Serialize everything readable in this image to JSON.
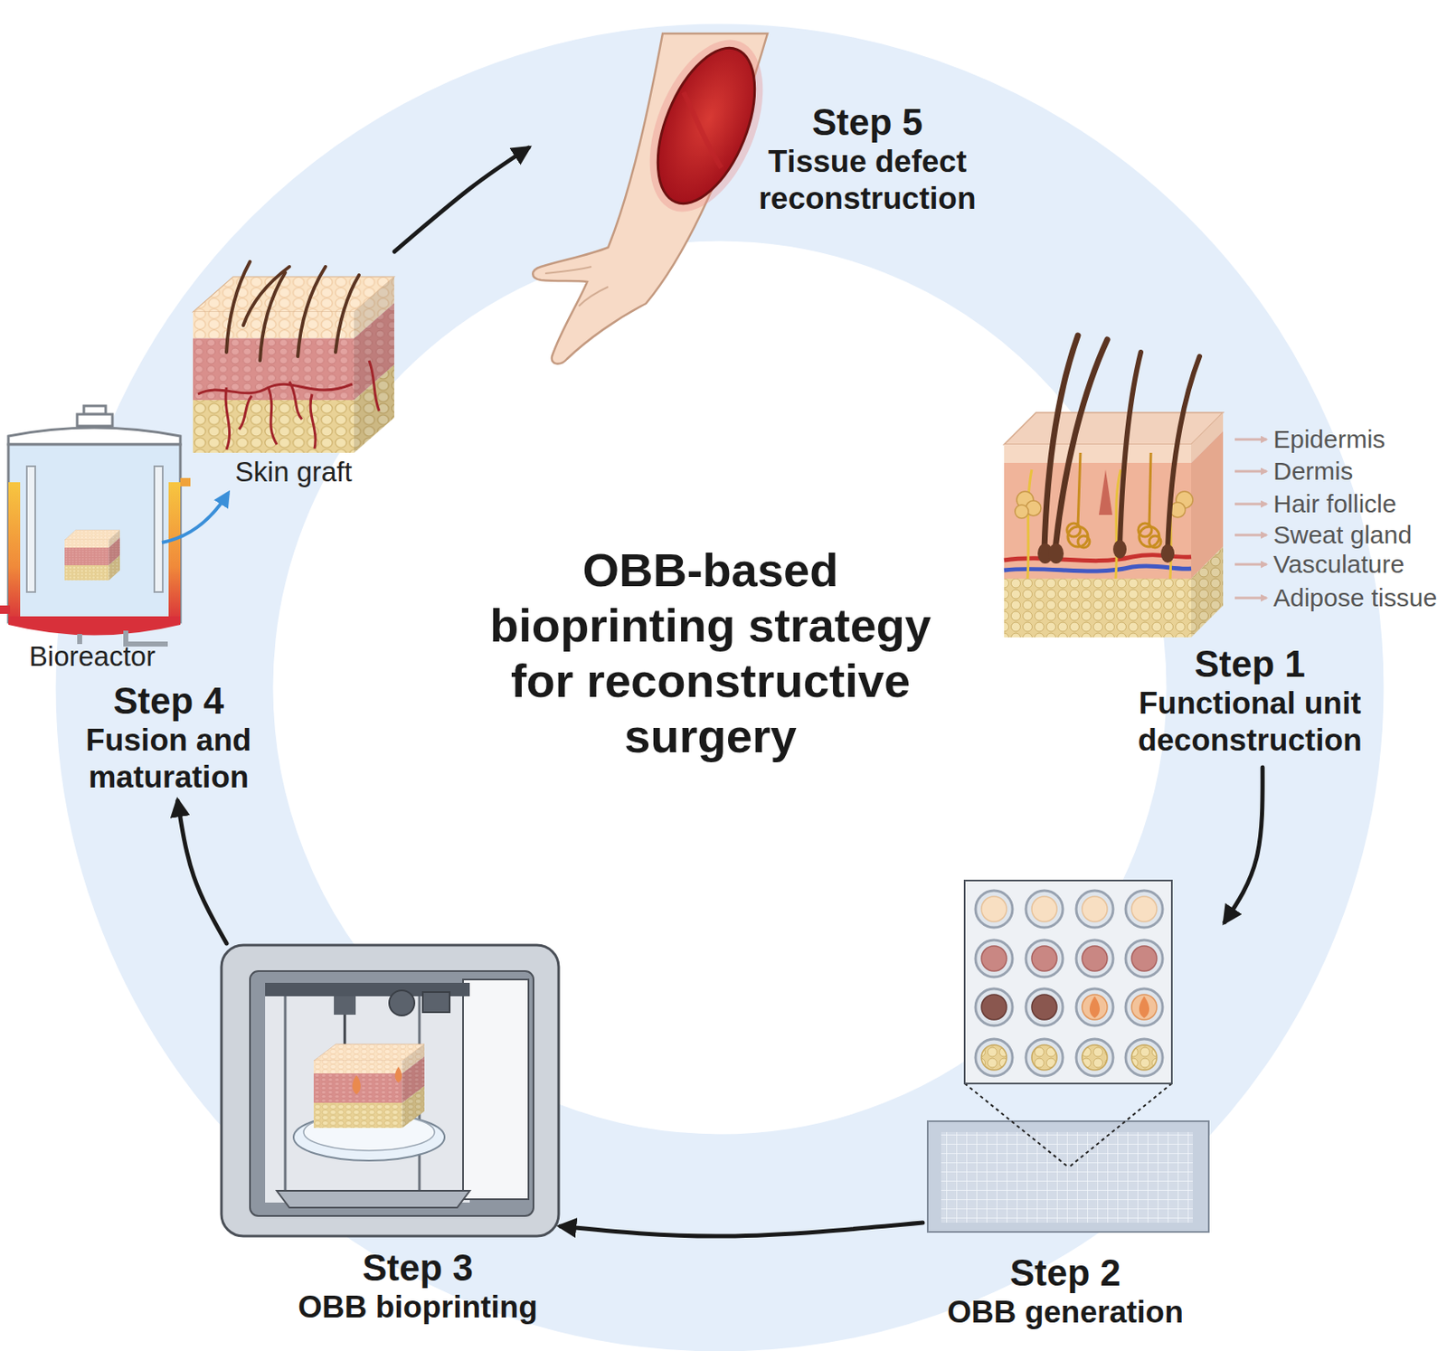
{
  "diagram": {
    "title": "OBB-based bioprinting strategy for reconstructive surgery",
    "nodes": [
      {
        "text": [
          "Step 1",
          "Functional unit deconstruction"
        ]
      },
      {
        "text": [
          "Step 2",
          "OBB generation"
        ]
      },
      {
        "text": [
          "Step 3",
          "OBB bioprinting"
        ]
      },
      {
        "text": [
          "Step 4",
          "Fusion and maturation"
        ]
      },
      {
        "text": [
          "Step 5",
          "Tissue defect reconstruction"
        ]
      }
    ],
    "edges": [
      {
        "from": 0,
        "to": 1,
        "arrow": "to"
      },
      {
        "from": 1,
        "to": 2,
        "arrow": "to"
      },
      {
        "from": 2,
        "to": 3,
        "arrow": "to"
      },
      {
        "from": 3,
        "to": 4,
        "arrow": "to"
      }
    ],
    "labels": [
      "Epidermis",
      "Dermis",
      "Hair follicle",
      "Sweat gland",
      "Vasculature",
      "Adipose tissue",
      "Bioreactor",
      "Skin graft"
    ]
  }
}
